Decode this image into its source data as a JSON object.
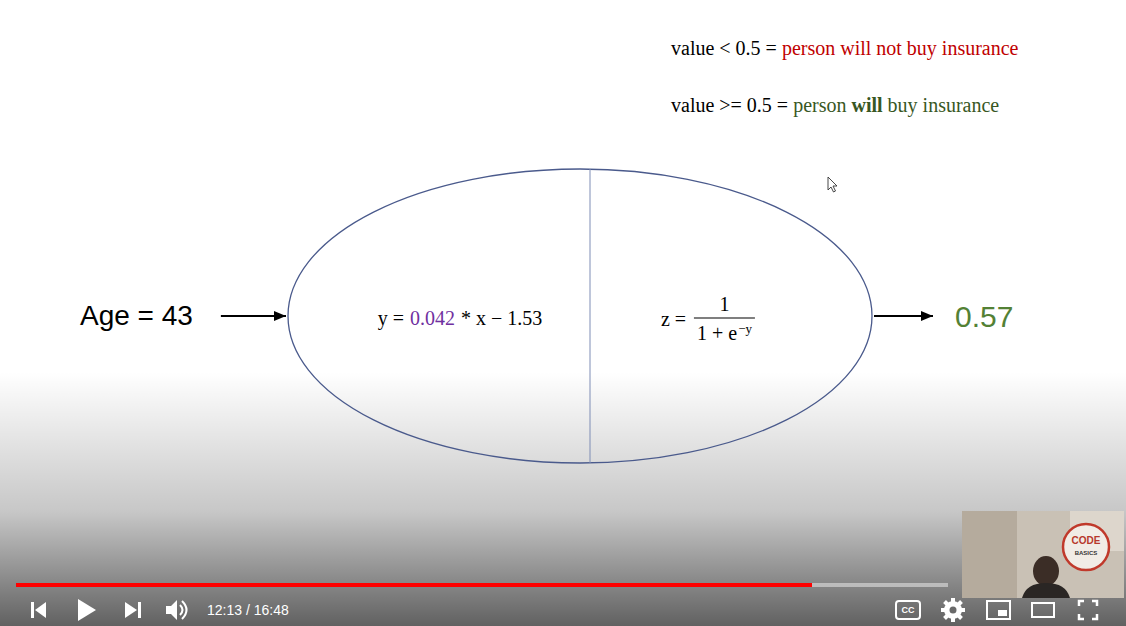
{
  "diagram": {
    "nodes": [
      {
        "text": [
          "Age = 43"
        ]
      },
      {
        "text": [
          "y =",
          "0.042",
          "* x − 1.53",
          "z =",
          "1",
          "1 + e",
          "−y"
        ]
      },
      {
        "text": [
          "0.57"
        ]
      }
    ],
    "edges": [
      {
        "from": 0,
        "to": 1,
        "arrow": "to"
      },
      {
        "from": 1,
        "to": 2,
        "arrow": "to"
      }
    ],
    "labels": [
      "value < 0.5 =",
      "person will not buy insurance",
      "value >= 0.5 =",
      "person",
      "will",
      "buy insurance",
      "12:13 / 16:48",
      "CC",
      "CODE",
      "BASICS"
    ]
  }
}
